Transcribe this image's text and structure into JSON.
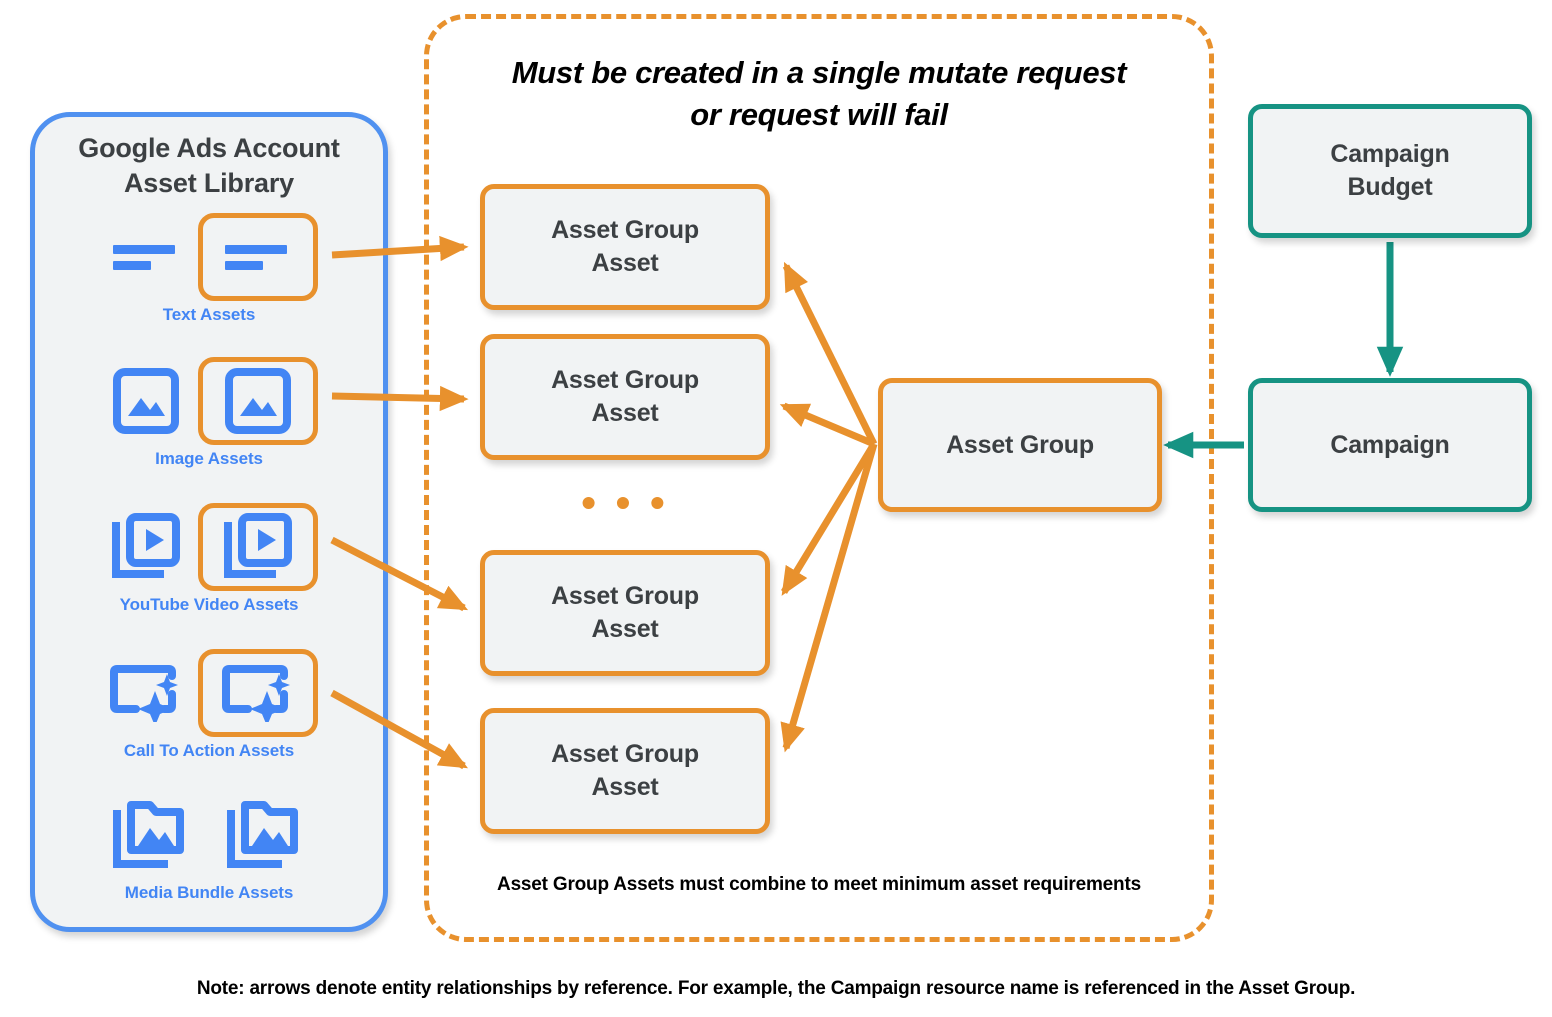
{
  "colors": {
    "orange": "#e8912d",
    "teal": "#169383",
    "blue": "#4285f4",
    "blue_border": "#5091f0",
    "node_fill": "#f1f3f4",
    "text_dark": "#3c4043",
    "text_black": "#000000"
  },
  "library": {
    "title_line1": "Google Ads Account",
    "title_line2": "Asset Library",
    "assets": [
      {
        "caption": "Text Assets",
        "icon": "text-lines-icon"
      },
      {
        "caption": "Image Assets",
        "icon": "image-icon"
      },
      {
        "caption": "YouTube Video  Assets",
        "icon": "video-stack-icon"
      },
      {
        "caption": "Call To Action Assets",
        "icon": "call-to-action-icon"
      },
      {
        "caption": "Media Bundle  Assets",
        "icon": "media-bundle-folder-icon"
      }
    ]
  },
  "mutate_container": {
    "heading_line1": "Must be created in a single mutate request",
    "heading_line2": "or request will fail",
    "footnote": "Asset Group Assets must combine to meet minimum asset requirements",
    "ellipsis": "• • •"
  },
  "nodes": {
    "asset_group_assets": [
      {
        "label_line1": "Asset Group",
        "label_line2": "Asset"
      },
      {
        "label_line1": "Asset Group",
        "label_line2": "Asset"
      },
      {
        "label_line1": "Asset Group",
        "label_line2": "Asset"
      },
      {
        "label_line1": "Asset Group",
        "label_line2": "Asset"
      }
    ],
    "asset_group": "Asset Group",
    "campaign_budget_line1": "Campaign",
    "campaign_budget_line2": "Budget",
    "campaign": "Campaign"
  },
  "footer": {
    "note": "Note: arrows denote entity relationships by reference. For example, the Campaign resource name is referenced in the Asset Group."
  }
}
